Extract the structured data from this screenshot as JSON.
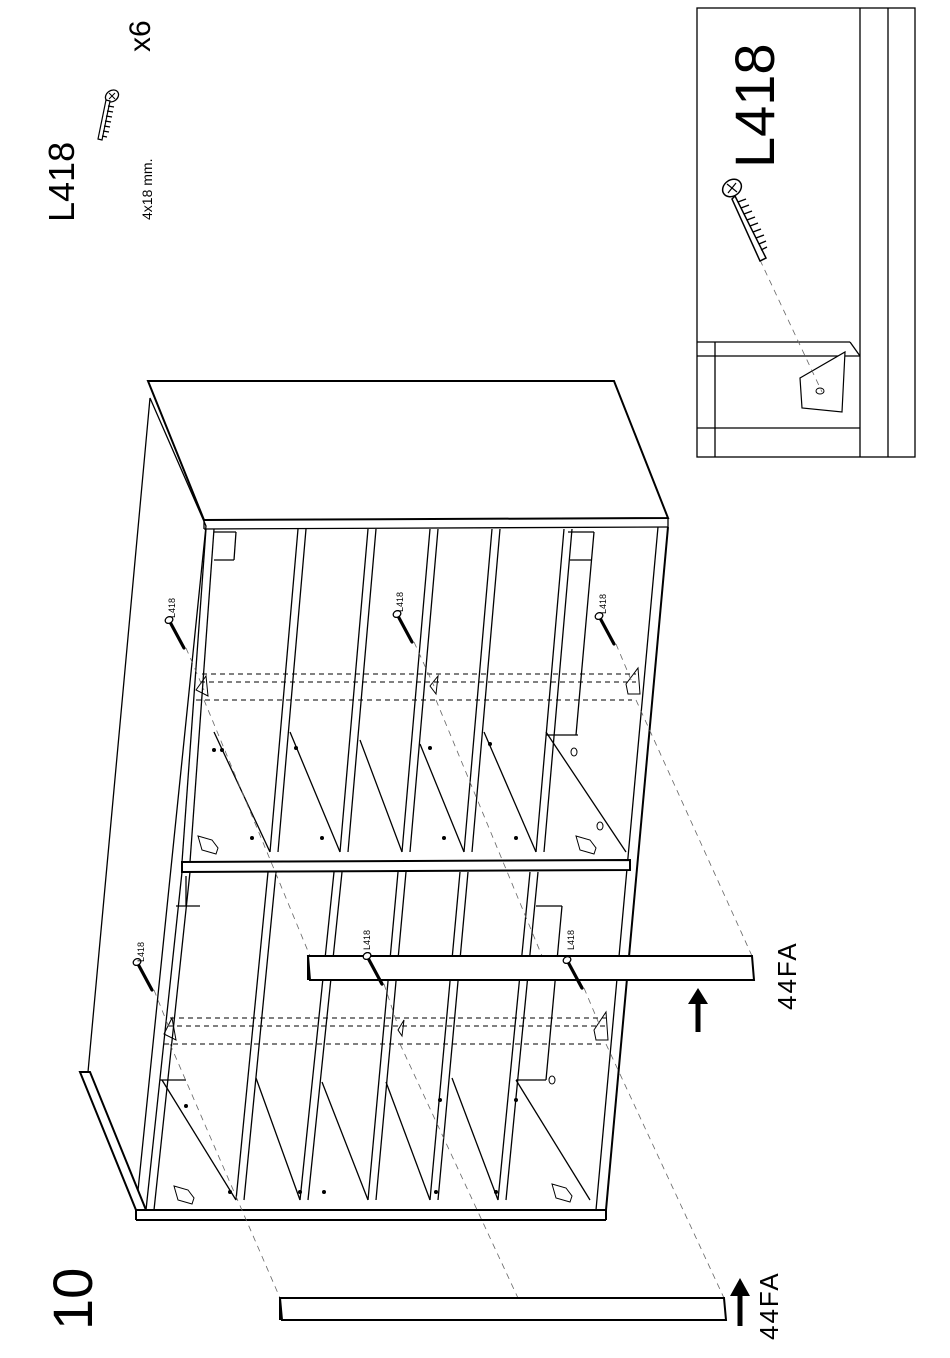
{
  "step": {
    "number": "10"
  },
  "hardware": {
    "code": "L418",
    "size": "4x18 mm.",
    "quantity": "x6",
    "icon": "screw-icon"
  },
  "callout": {
    "code": "L418"
  },
  "screws": [
    {
      "label": "L418"
    },
    {
      "label": "L418"
    },
    {
      "label": "L418"
    },
    {
      "label": "L418"
    },
    {
      "label": "L418"
    },
    {
      "label": "L418"
    }
  ],
  "parts": [
    {
      "code": "44FA"
    },
    {
      "code": "44FA"
    }
  ]
}
